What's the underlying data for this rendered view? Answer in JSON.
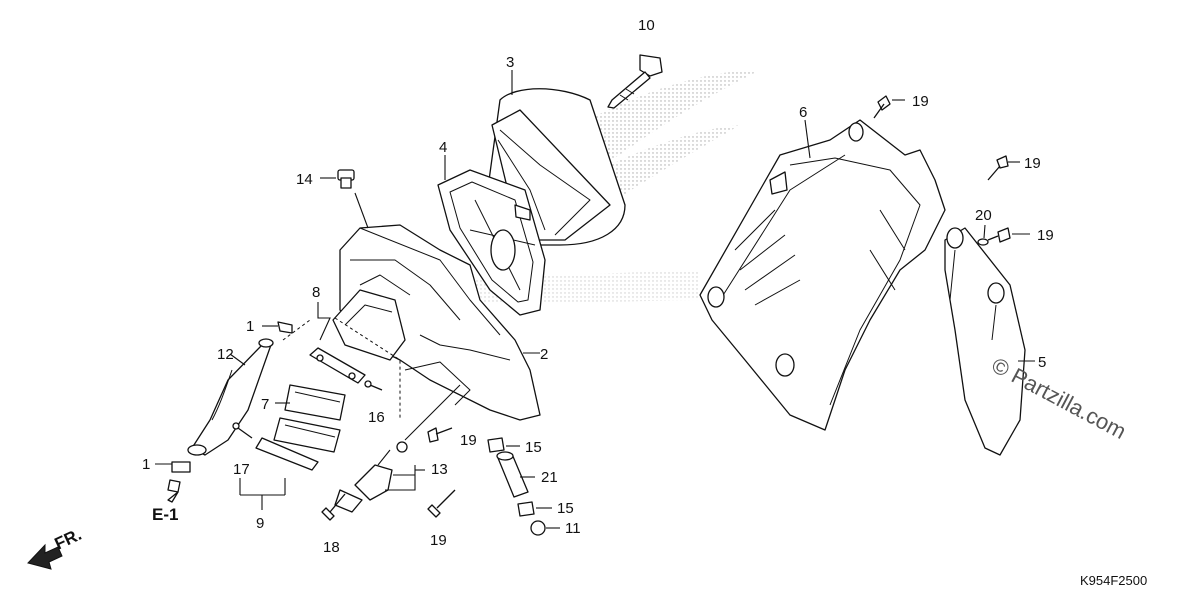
{
  "labels": {
    "p1a": "1",
    "p1b": "1",
    "p2": "2",
    "p3": "3",
    "p4": "4",
    "p5": "5",
    "p6": "6",
    "p7": "7",
    "p8": "8",
    "p9": "9",
    "p10": "10",
    "p11": "11",
    "p12": "12",
    "p13": "13",
    "p14": "14",
    "p15a": "15",
    "p15b": "15",
    "p16": "16",
    "p17": "17",
    "p18": "18",
    "p19a": "19",
    "p19b": "19",
    "p19c": "19",
    "p19d": "19",
    "p19e": "19",
    "p20": "20",
    "p21": "21"
  },
  "ref_code": "E-1",
  "front_label": "FR.",
  "diagram_code": "K954F2500",
  "watermark": "© Partzilla.com"
}
